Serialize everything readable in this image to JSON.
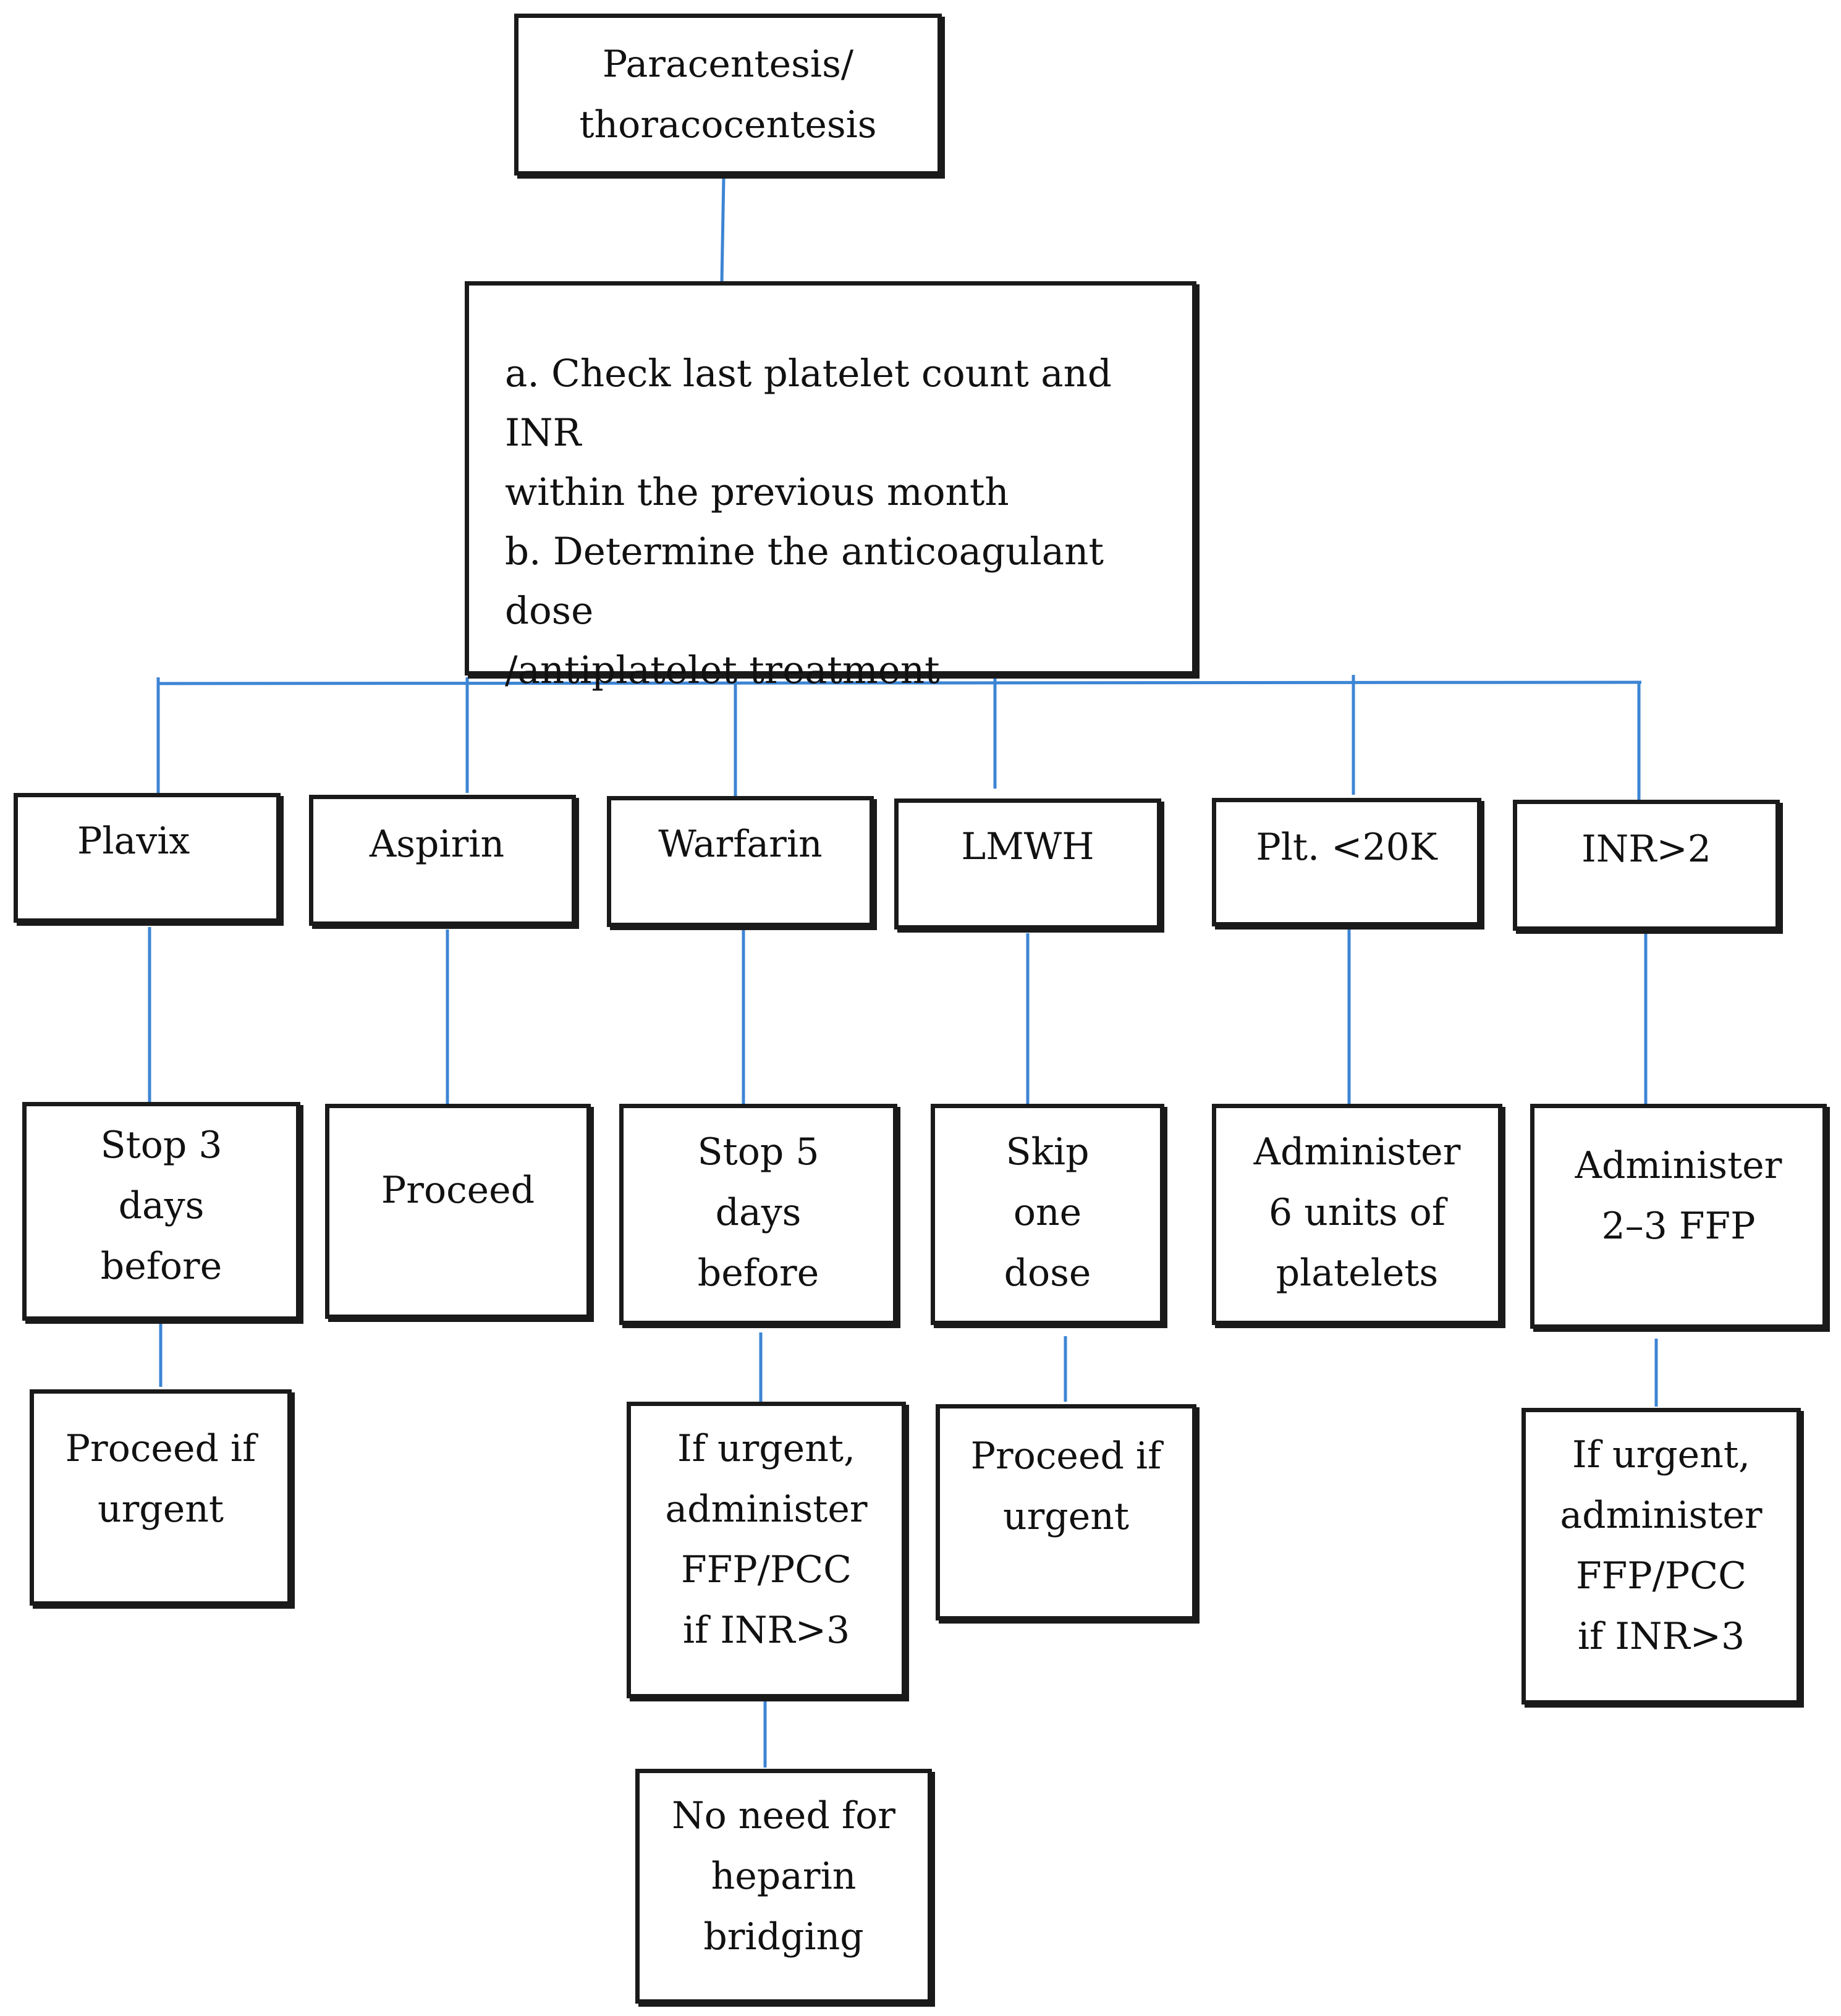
{
  "colors": {
    "connector": "#3d85d4",
    "border": "#1a1a1a"
  },
  "root": "Paracentesis/\nthoracocentesis",
  "check": "a. Check last platelet count and INR\nwithin the previous month\nb. Determine the anticoagulant dose\n/antiplatelet treatment",
  "branches": [
    {
      "label": "Plavix",
      "action": "Stop 3\ndays\nbefore",
      "followup": "Proceed if\nurgent",
      "final": null
    },
    {
      "label": "Aspirin",
      "action": "Proceed",
      "followup": null,
      "final": null
    },
    {
      "label": "Warfarin",
      "action": "Stop 5\ndays\nbefore",
      "followup": "If urgent,\nadminister\nFFP/PCC\nif INR>3",
      "final": "No need for\nheparin\nbridging"
    },
    {
      "label": "LMWH",
      "action": "Skip\none\ndose",
      "followup": "Proceed if\nurgent",
      "final": null
    },
    {
      "label": "Plt. <20K",
      "action": "Administer\n6 units of\nplatelets",
      "followup": null,
      "final": null
    },
    {
      "label": "INR>2",
      "action": "Administer\n2–3 FFP",
      "followup": "If urgent,\nadminister\nFFP/PCC\nif INR>3",
      "final": null
    }
  ]
}
